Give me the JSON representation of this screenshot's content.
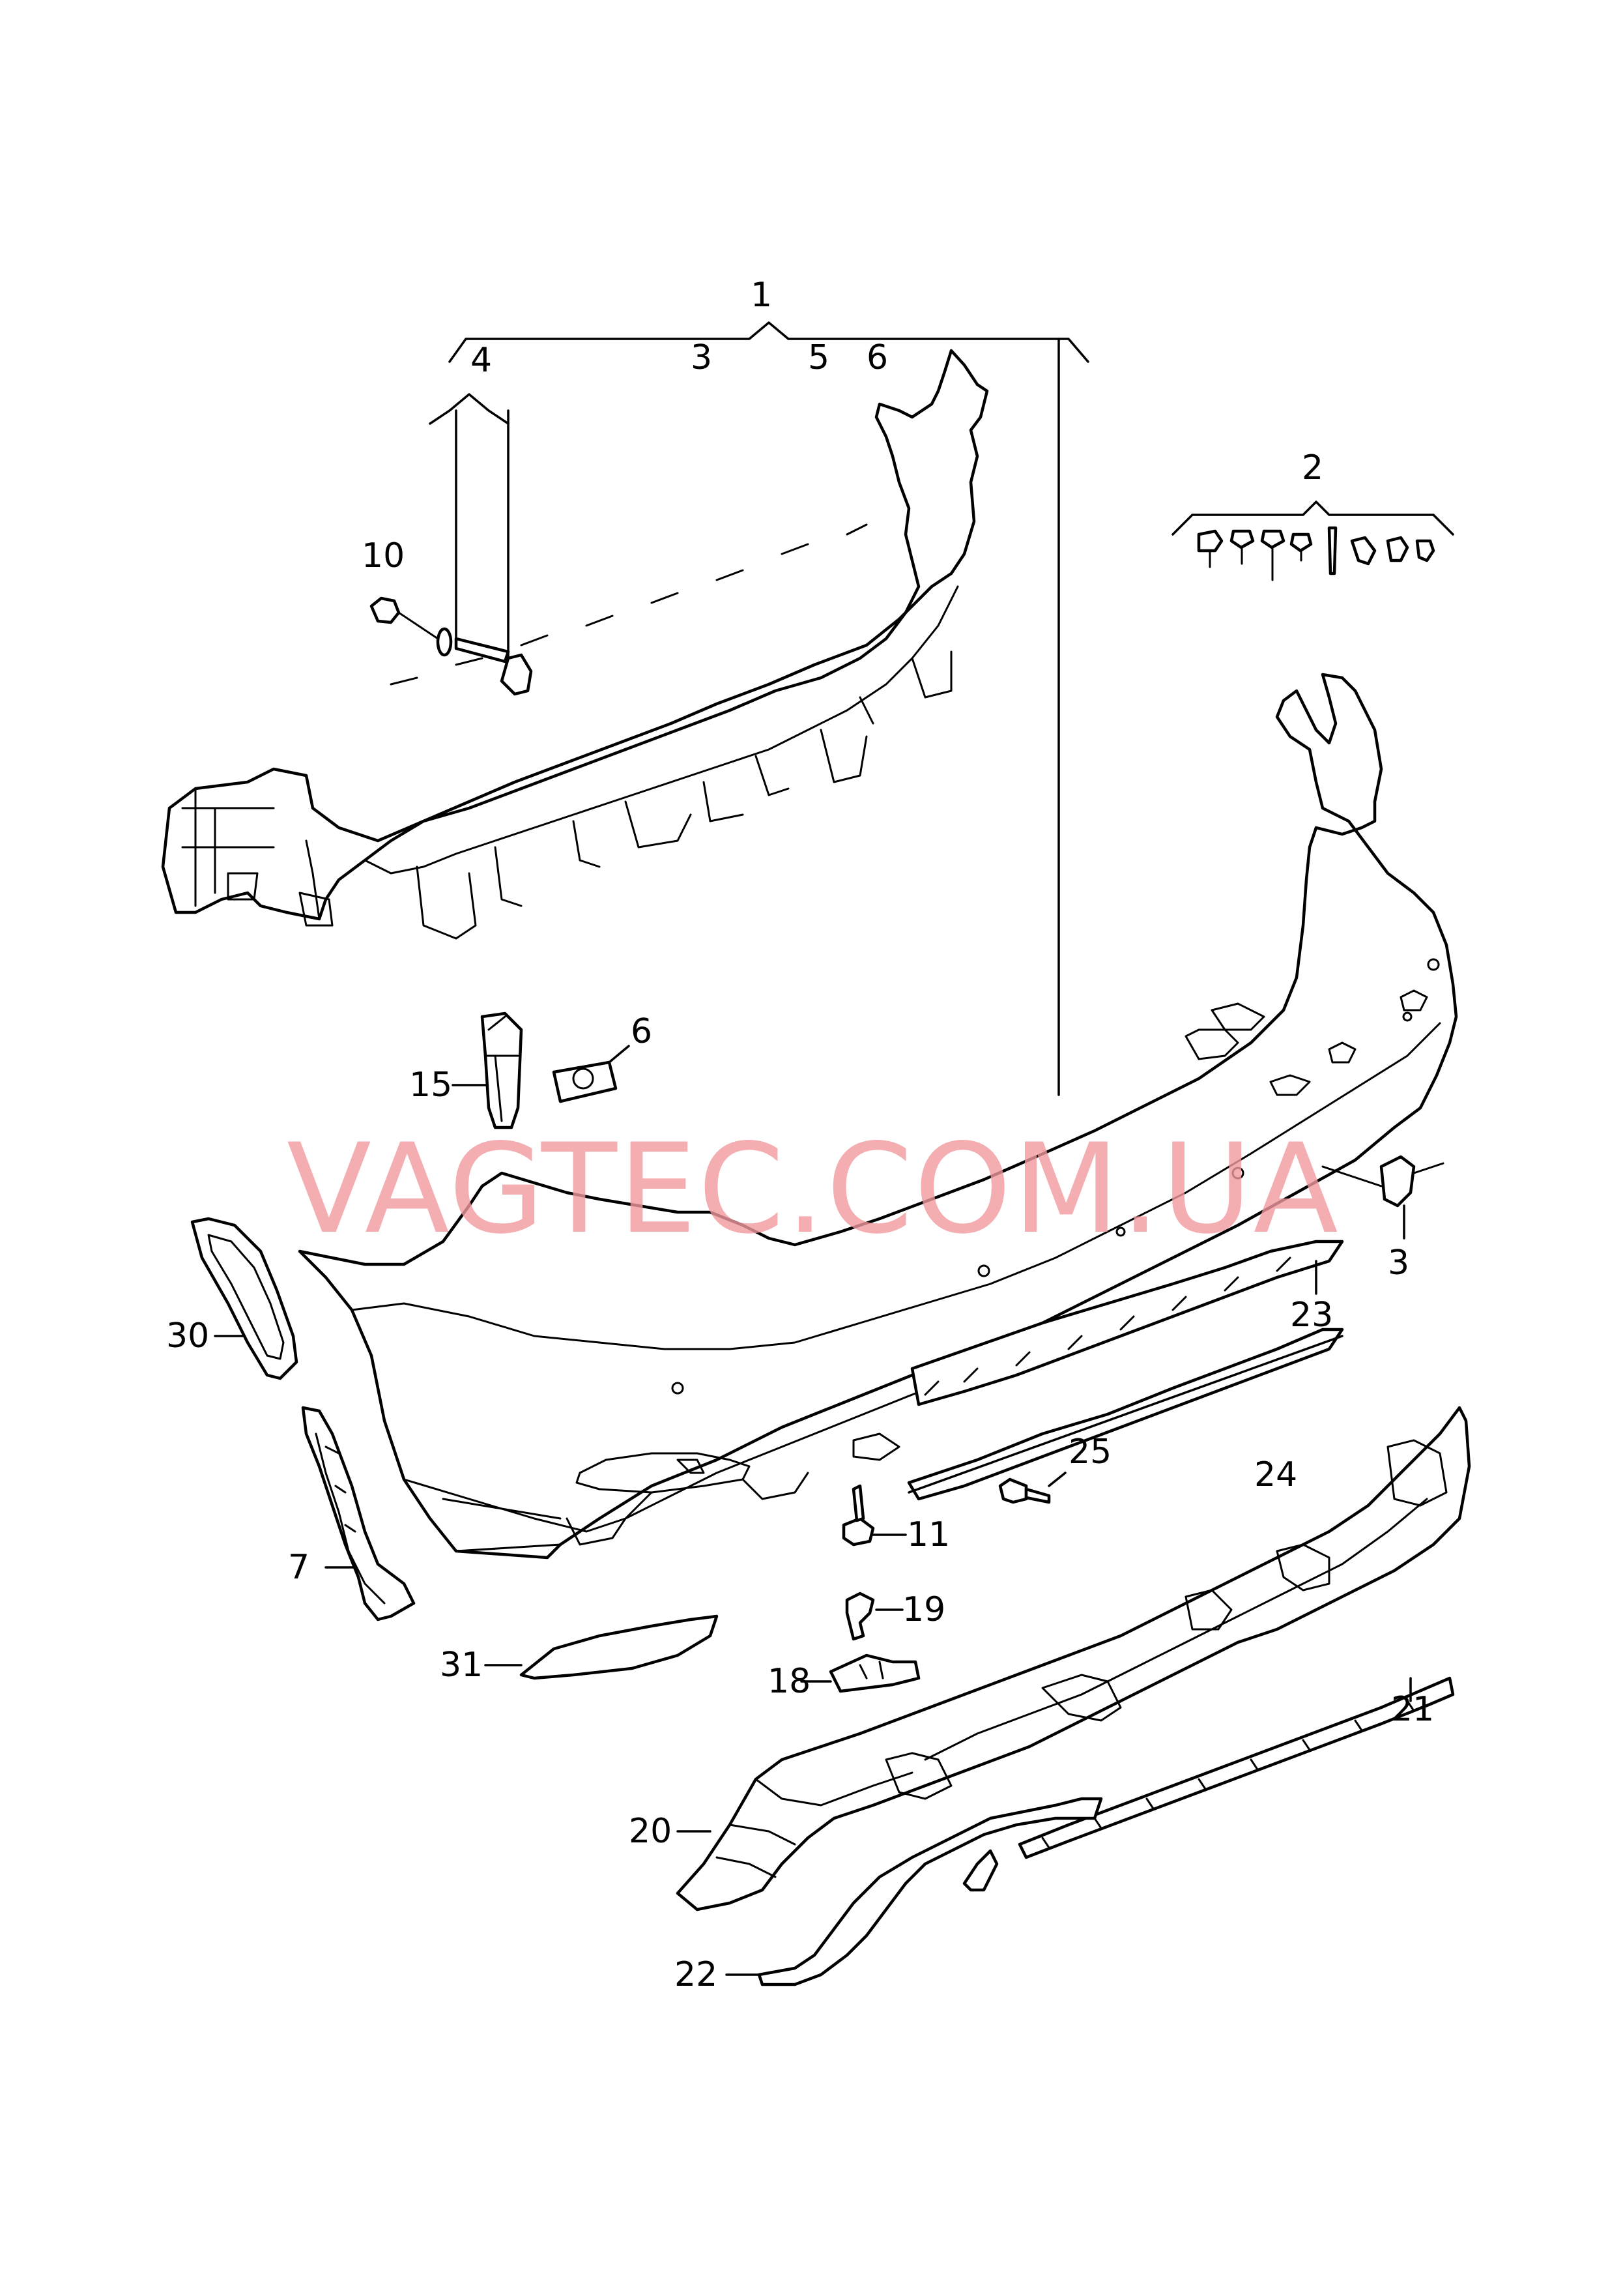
{
  "watermark": "VAGTEC.COM.UA",
  "colors": {
    "line": "#000000",
    "background": "#ffffff",
    "watermark": "#f29aa0"
  },
  "callouts": {
    "c1": "1",
    "c2": "2",
    "c3a": "3",
    "c3b": "3",
    "c4": "4",
    "c5": "5",
    "c6a": "6",
    "c6b": "6",
    "c7": "7",
    "c10": "10",
    "c11": "11",
    "c15": "15",
    "c18": "18",
    "c19": "19",
    "c20": "20",
    "c21": "21",
    "c22": "22",
    "c23": "23",
    "c24": "24",
    "c25": "25",
    "c30": "30",
    "c31": "31"
  }
}
